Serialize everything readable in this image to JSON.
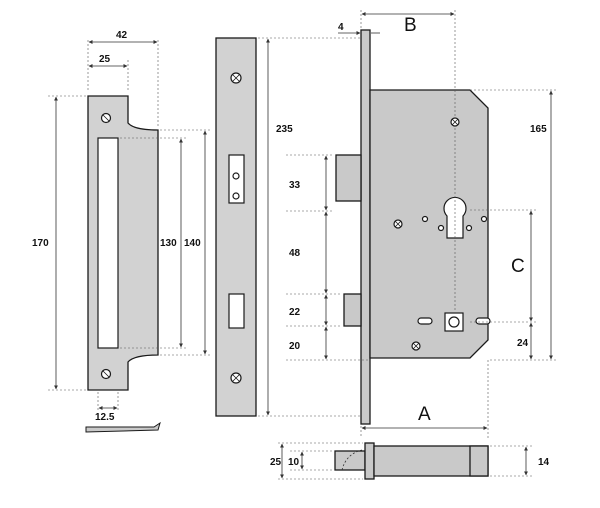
{
  "dimensions": {
    "strike_width": "42",
    "strike_offset": "25",
    "strike_height": "170",
    "strike_inner_height": "130",
    "strike_outer_height": "140",
    "strike_bottom_offset": "12.5",
    "forend_height": "235",
    "forend_thickness": "4",
    "case_height": "165",
    "latch_height": "33",
    "latch_to_bolt": "48",
    "bolt_height": "22",
    "bolt_bottom": "20",
    "follower_offset": "24",
    "bolt_total": "25",
    "bolt_inner": "10",
    "bolt_tail": "14"
  },
  "letters": {
    "a": "A",
    "b": "B",
    "c": "C"
  }
}
